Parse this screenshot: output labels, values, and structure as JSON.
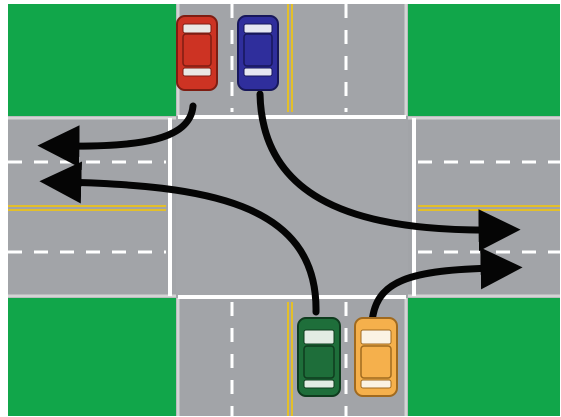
{
  "diagram": {
    "colors": {
      "background": "#ffffff",
      "grass": "#11a64a",
      "road": "#a2a4a8",
      "intersection": "#a4a6aa",
      "white_line": "#ffffff",
      "yellow_line": "#e3bf2a",
      "arrow": "#050505",
      "curb_edge": "#d4d4d4"
    },
    "vehicles": [
      {
        "name": "red-car",
        "color": "#cd3323",
        "dark": "#7e1d12",
        "glass": "#eae8e4",
        "direction": "southbound"
      },
      {
        "name": "blue-car",
        "color": "#2f2e9c",
        "dark": "#17175a",
        "glass": "#e6e7f2",
        "direction": "southbound"
      },
      {
        "name": "green-car",
        "color": "#1e6e3a",
        "dark": "#0f3c1e",
        "glass": "#e2ece4",
        "direction": "northbound"
      },
      {
        "name": "yellow-car",
        "color": "#f5b04c",
        "dark": "#a06a1f",
        "glass": "#fbf3e4",
        "direction": "northbound"
      }
    ],
    "arrows": [
      {
        "name": "red-car-right-turn-arrow",
        "from": "red-car",
        "movement": "right-turn"
      },
      {
        "name": "blue-car-left-turn-arrow",
        "from": "blue-car",
        "movement": "left-turn"
      },
      {
        "name": "green-car-left-turn-arrow",
        "from": "green-car",
        "movement": "left-turn"
      },
      {
        "name": "yellow-car-right-turn-arrow",
        "from": "yellow-car",
        "movement": "right-turn"
      }
    ]
  }
}
